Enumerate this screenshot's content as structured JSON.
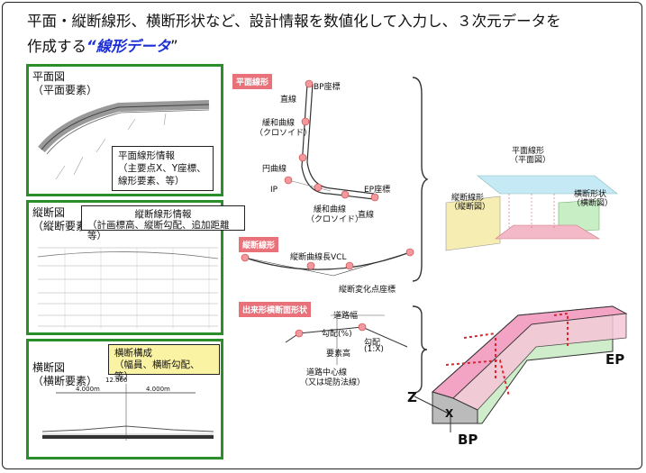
{
  "headline": {
    "line1": "平面・縦断線形、横断形状など、設計情報を数値化して入力し、３次元データを",
    "line2_prefix": "作成する",
    "line2_emph": "“線形データ",
    "line2_suffix": "”"
  },
  "plan_panel": {
    "title_line1": "平面図",
    "title_line2": "（平面要素）",
    "callout": [
      "平面線形情報",
      "（主要点X、Y座標、",
      "線形要素、等）"
    ]
  },
  "profile_panel": {
    "title_line1": "縦断図",
    "title_line2": "（縦断要素）",
    "callout": [
      "縦断線形情報",
      "（計画標高、縦断勾配、追加距離等）"
    ]
  },
  "cross_panel": {
    "title_line1": "横断図",
    "title_line2": "（横断要素）",
    "callout": [
      "横断構成",
      "（幅員、横断勾配、等）"
    ],
    "dims": [
      "12.000",
      "4.000m",
      "4.000m"
    ]
  },
  "horizontal": {
    "badge": "平面線形",
    "labels": {
      "bp": "BP座標",
      "straight1": "直線",
      "clothoid1": "緩和曲線",
      "clothoid1b": "（クロソイド）",
      "arc": "円曲線",
      "ip": "IP",
      "ep": "EP座標",
      "clothoid2": "緩和曲線",
      "clothoid2b": "（クロソイド）",
      "straight2": "直線"
    }
  },
  "vertical": {
    "badge": "縦断線形",
    "vcl": "縦断曲線長VCL",
    "vpoint": "縦断変化点座標"
  },
  "section": {
    "badge": "出来形横断面形状",
    "width": "道路幅",
    "grade": "勾配(%)",
    "elevation": "要素高",
    "slope": "勾配",
    "slope_x": "(1:X)",
    "center": "道路中心線",
    "center_b": "（又は堤防法線）"
  },
  "iso": {
    "plan": "平面線形",
    "plan_b": "（平面図）",
    "profile": "縦断線形",
    "profile_b": "（縦断図）",
    "cross": "横断形状",
    "cross_b": "（横断図）"
  },
  "model": {
    "ep": "EP",
    "bp": "BP",
    "z": "Z",
    "x": "X"
  },
  "colors": {
    "panel_border": "#2a8f2a",
    "emphasis": "#1c2fd6",
    "badge": "#e8717a",
    "callout_yellow": "#fbf3a4"
  }
}
